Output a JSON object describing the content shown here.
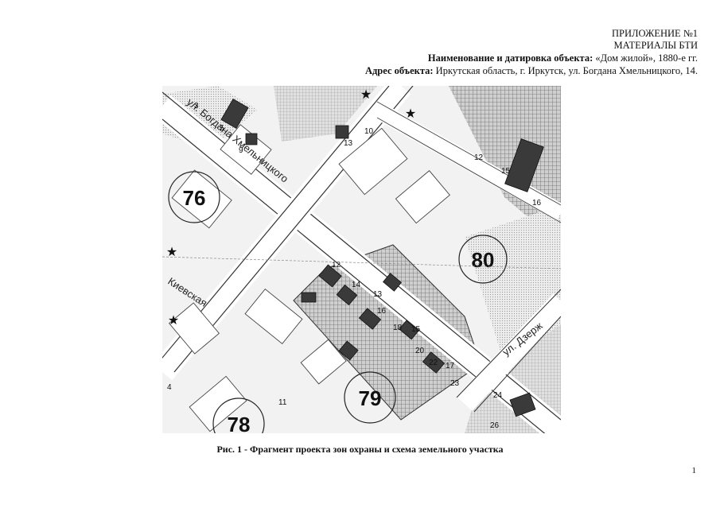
{
  "header": {
    "line1": "ПРИЛОЖЕНИЕ №1",
    "line2": "МАТЕРИАЛЫ БТИ",
    "name_label": "Наименование и датировка объекта:",
    "name_value": " «Дом жилой», 1880-е гг.",
    "address_label": "Адрес объекта:",
    "address_value": " Иркутская область, г. Иркутск, ул. Богдана Хмельницкого, 14."
  },
  "map": {
    "streets": {
      "khmelnitsky": "ул. Богдана Хмельницкого",
      "kievskaya": "Киевская",
      "dzerzhinsky": "ул. Дзерж"
    },
    "zones": [
      "76",
      "80",
      "79",
      "78"
    ],
    "house_numbers": [
      "3",
      "5",
      "9",
      "13",
      "10",
      "12",
      "15",
      "16",
      "12",
      "14",
      "13",
      "16",
      "18",
      "15",
      "20",
      "22",
      "17",
      "23",
      "24",
      "26",
      "11",
      "4"
    ]
  },
  "caption": "Рис. 1 - Фрагмент проекта зон охраны и схема земельного участка",
  "page_number": "1"
}
